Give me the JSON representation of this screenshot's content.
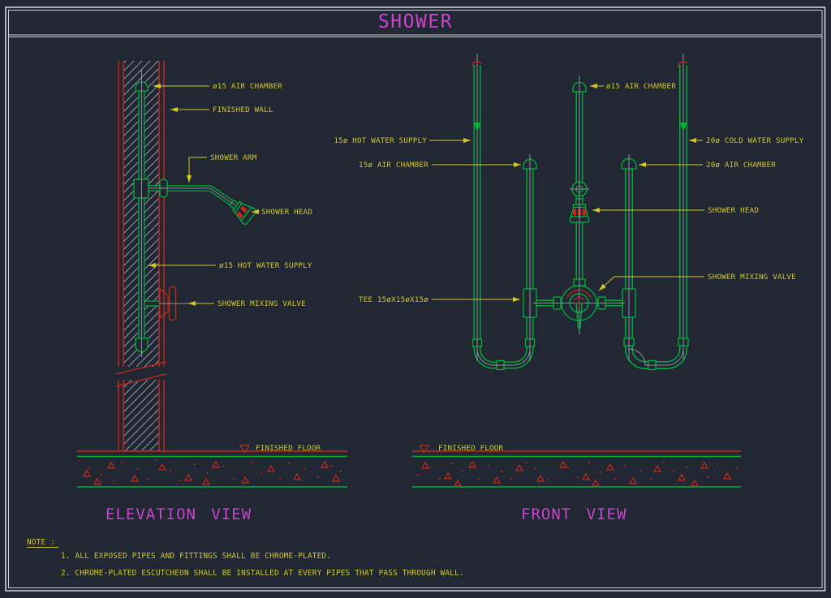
{
  "sheet": {
    "title": "SHOWER"
  },
  "elevation": {
    "title": "ELEVATION VIEW",
    "labels": {
      "air_chamber": "ø15 AIR CHAMBER",
      "finished_wall": "FINISHED WALL",
      "shower_arm": "SHOWER ARM",
      "shower_head": "SHOWER HEAD",
      "hot_water_supply": "ø15 HOT WATER SUPPLY",
      "mixing_valve": "SHOWER MIXING VALVE",
      "finished_floor": "FINISHED FLOOR"
    }
  },
  "front": {
    "title": "FRONT VIEW",
    "labels": {
      "hot_water_supply": "15ø HOT WATER SUPPLY",
      "air_chamber_15": "15ø AIR CHAMBER",
      "air_chamber_center": "ø15 AIR CHAMBER",
      "cold_water_supply": "20ø COLD WATER SUPPLY",
      "air_chamber_20": "20ø AIR CHAMBER",
      "shower_head": "SHOWER HEAD",
      "mixing_valve": "SHOWER MIXING VALVE",
      "tee": "TEE 15øX15øX15ø",
      "finished_floor": "FINISHED FLOOR"
    }
  },
  "note": {
    "heading": "NOTE :",
    "items": [
      "1. ALL EXPOSED PIPES AND FITTINGS SHALL BE CHROME-PLATED.",
      "2. CHROME-PLATED ESCUTCHEON SHALL BE INSTALLED AT EVERY PIPES THAT PASS THROUGH WALL."
    ]
  },
  "colors": {
    "background": "#212833",
    "frame": "#cdd2da",
    "annotation_yellow": "#d2c62b",
    "pipe_green": "#00b13c",
    "detail_red": "#c5281c",
    "heading_magenta": "#c844c8",
    "centerline_gray": "#8b919c"
  }
}
